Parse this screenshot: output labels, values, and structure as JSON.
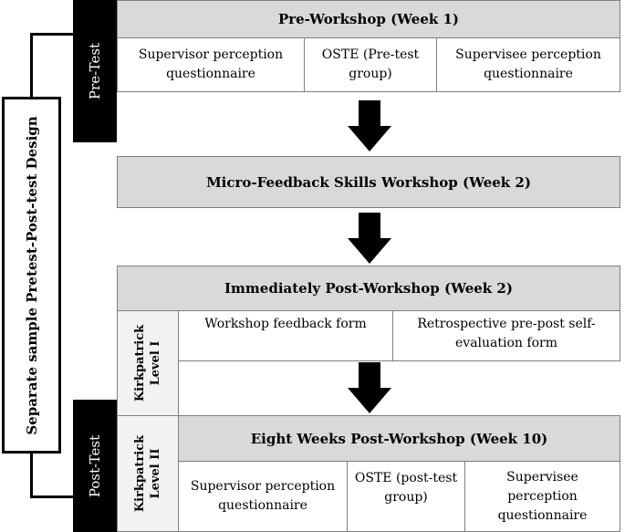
{
  "stages": {
    "pre_workshop": {
      "title": "Pre-Workshop (Week 1)",
      "items": [
        "Supervisor perception questionnaire",
        "OSTE (Pre-test group)",
        "Supervisee perception questionnaire"
      ]
    },
    "workshop": {
      "title": "Micro-Feedback Skills Workshop (Week 2)"
    },
    "immediate_post": {
      "title": "Immediately Post-Workshop (Week 2)",
      "items": [
        "Workshop feedback form",
        "Retrospective pre-post self-evaluation form"
      ]
    },
    "eight_weeks_post": {
      "title": "Eight Weeks Post-Workshop (Week 10)",
      "items": [
        "Supervisor perception questionnaire",
        "OSTE (post-test group)",
        "Supervisee perception questionnaire"
      ]
    }
  },
  "labels": {
    "pre_test": "Pre-Test",
    "post_test": "Post-Test",
    "design": "Separate sample Pretest-Post-test Design",
    "kirkpatrick_1": "Kirkpatrick\nLevel I",
    "kirkpatrick_2": "Kirkpatrick\nLevel II"
  },
  "colors": {
    "header_fill": "#d9d9d9",
    "border": "#7f7f7f",
    "tab_fill": "#000000",
    "arrow": "#000000"
  }
}
